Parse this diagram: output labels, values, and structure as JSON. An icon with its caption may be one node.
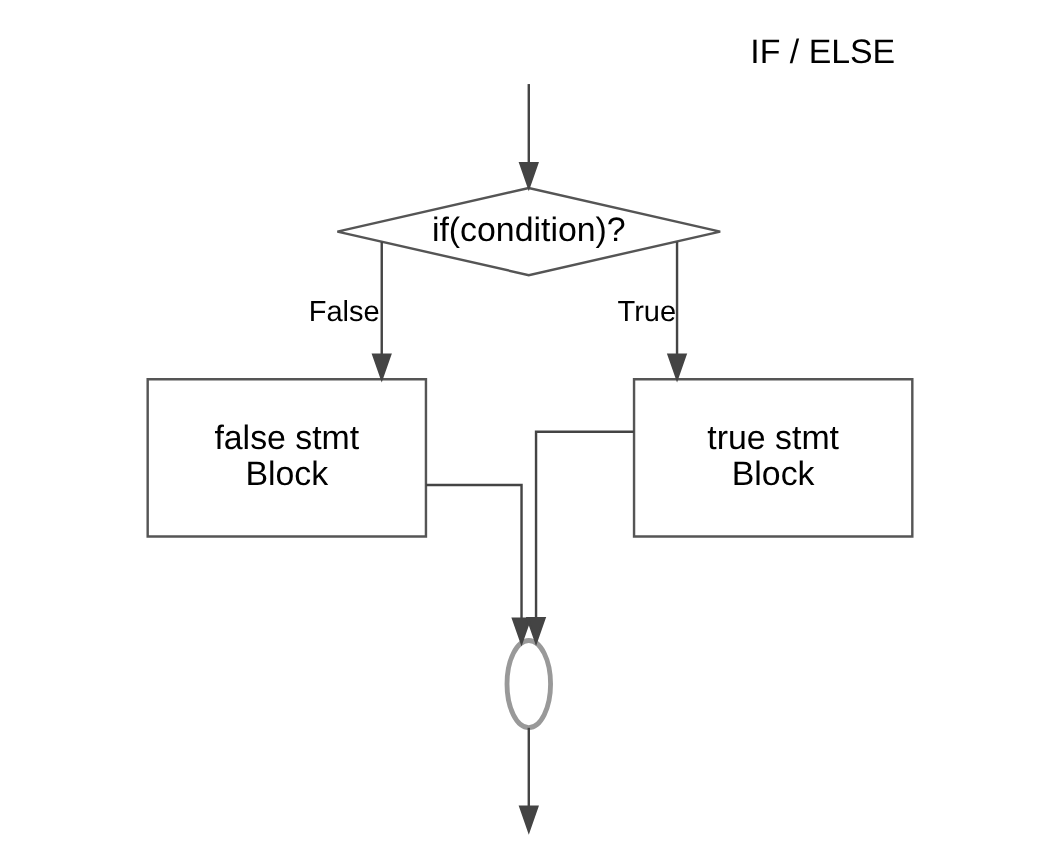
{
  "diagram": {
    "title": "IF / ELSE",
    "nodes": [
      {
        "text": [
          "if(condition)?"
        ]
      },
      {
        "text": [
          "false stmt Block"
        ]
      },
      {
        "text": [
          "true stmt Block"
        ]
      },
      {
        "text": [],
        "shape": "ellipse"
      }
    ],
    "edges": [
      {
        "from": null,
        "to": 0,
        "arrow": "to"
      },
      {
        "from": 0,
        "to": 1,
        "arrow": "to",
        "label": "False"
      },
      {
        "from": 0,
        "to": 2,
        "arrow": "to",
        "label": "True"
      },
      {
        "from": 1,
        "to": 3,
        "arrow": "to"
      },
      {
        "from": 2,
        "to": 3,
        "arrow": "to"
      },
      {
        "from": 3,
        "to": null,
        "arrow": "to"
      }
    ]
  }
}
